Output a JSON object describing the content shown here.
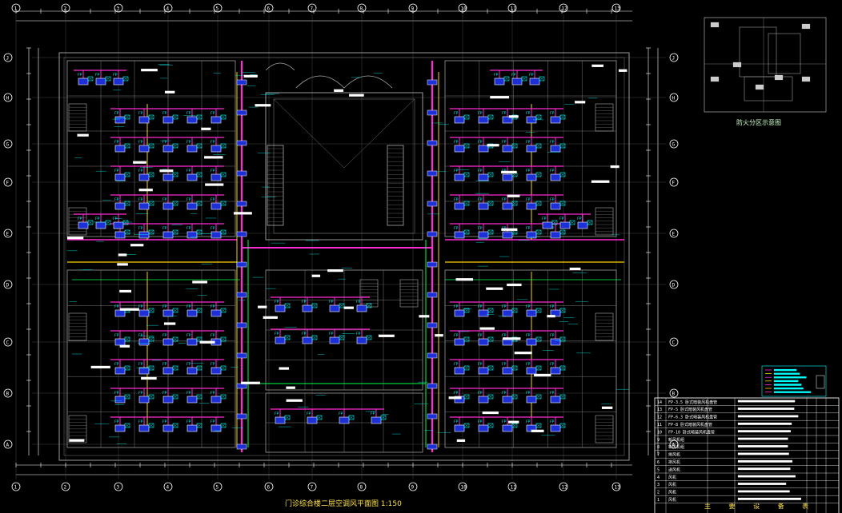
{
  "drawing": {
    "title": "门诊综合楼二层空调风平面图  1:150",
    "key_plan_title": "防火分区示意图",
    "schedule_title": "主 要 设 备 表"
  },
  "grid": {
    "columns": [
      "1",
      "2",
      "3",
      "4",
      "5",
      "6",
      "7",
      "8",
      "9",
      "10",
      "11",
      "12",
      "13"
    ],
    "rows": [
      "A",
      "B",
      "C",
      "D",
      "E",
      "F",
      "G",
      "H",
      "J"
    ]
  },
  "colors": {
    "background": "#000000",
    "walls": "#9a9a9a",
    "supply_duct": "#ff2bd6",
    "return_duct": "#ffd000",
    "pipe": "#00ff44",
    "dimension": "#ffffff",
    "text": "#00ffff"
  },
  "schedule": {
    "rows": [
      "FP-3.5 卧式暗装风机盘管",
      "FP-5 卧式暗装风机盘管",
      "FP-6.3 卧式暗装风机盘管",
      "FP-8 卧式暗装风机盘管",
      "FP-10 卧式暗装风机盘管",
      "新风机组",
      "新风机组",
      "排风机",
      "排风机",
      "送风机",
      "风机",
      "风机",
      "风机",
      "风机"
    ]
  }
}
